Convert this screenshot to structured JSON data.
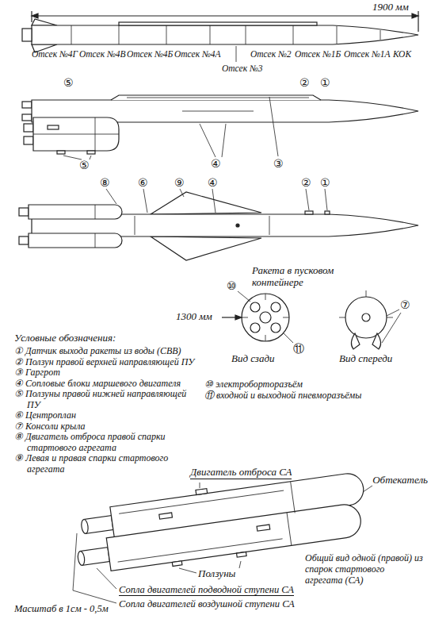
{
  "diagram": {
    "labels": [
      "1900 мм",
      "Отсек №4Г",
      "Отсек №4В",
      "Отсек №4Б",
      "Отсек №4А",
      "Отсек №3",
      "Отсек №2",
      "Отсек №1Б",
      "Отсек №1А",
      "КОК",
      "⑤",
      "②",
      "①",
      "⑤",
      "④",
      "③",
      "⑧",
      "⑥",
      "⑨",
      "④",
      "②",
      "①",
      "Ракета в пусковом контейнере",
      "1300 мм",
      "⑩",
      "Вид сзади",
      "⑪",
      "Вид спереди",
      "⑦",
      "Условные обозначения:",
      "Двигатель отброса СА",
      "Обтекатель",
      "Общий вид одной (правой) из спарок стартового агрегата (СА)",
      "Ползуны",
      "Сопла двигателей подводной ступени СА",
      "Сопла двигателей воздушной ступени СА",
      "Масштаб в 1см - 0,5м"
    ],
    "legend": [
      {
        "text": "① Датчик выхода ракеты из воды (СВВ)"
      },
      {
        "text": "② Ползун правой верхней направляющей ПУ"
      },
      {
        "text": "③ Гаргрот"
      },
      {
        "text": "④ Сопловые блоки маршевого двигателя"
      },
      {
        "text": "⑤ Ползуны правой нижней направляющей ПУ"
      },
      {
        "text": "⑥ Центроплан"
      },
      {
        "text": "⑦ Консоли крыла"
      },
      {
        "text": "⑧ Двигатель отброса правой спарки стартового агрегата"
      },
      {
        "text": "⑨ Левая и правая спарки стартового агрегата"
      },
      {
        "text": "⑩ электроборторазъём"
      },
      {
        "text": "⑪ входной и выходной пневморазъёмы"
      }
    ]
  }
}
